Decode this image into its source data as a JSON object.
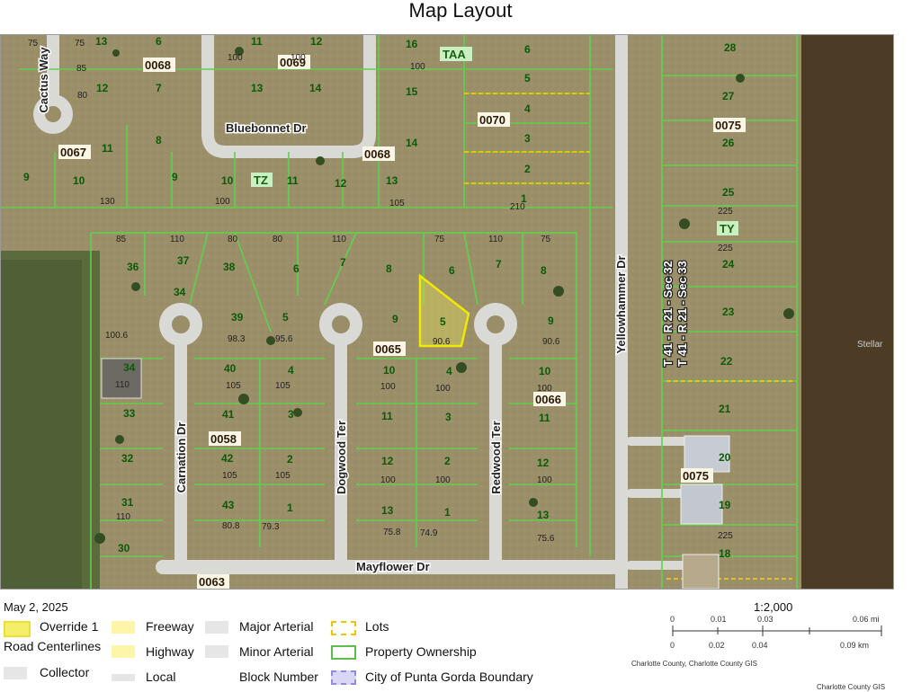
{
  "title": "Map Layout",
  "date": "May 2, 2025",
  "watermark": "Stellar",
  "streets": [
    "Cactus Way",
    "Bluebonnet Dr",
    "Yellowhammer Dr",
    "Carnation Dr",
    "Dogwood Ter",
    "Redwood Ter",
    "Mayflower Dr"
  ],
  "blocks": [
    "0068",
    "0069",
    "0070",
    "0075",
    "0067",
    "0068",
    "0065",
    "0066",
    "0058",
    "0075",
    "0063"
  ],
  "township_labels": [
    "T 41 - R 21 - Sec 32",
    "T 41 - R 21 - Sec 33"
  ],
  "section_codes": [
    "TAA",
    "TZ",
    "TY"
  ],
  "legend": {
    "items": [
      {
        "label": "Override 1",
        "color": "#f4ef6b"
      },
      {
        "label": "Freeway",
        "color": "#fdf6a8"
      },
      {
        "label": "Major Arterial",
        "color": "#e6e6e6"
      },
      {
        "label": "Lots",
        "color": "#f0c400"
      },
      {
        "label": "Road Centerlines",
        "color": ""
      },
      {
        "label": "Highway",
        "color": "#fdf6a8"
      },
      {
        "label": "Minor Arterial",
        "color": "#e6e6e6"
      },
      {
        "label": "Property Ownership",
        "color": "#5cbf4a"
      },
      {
        "label": "Collector",
        "color": "#e6e6e6"
      },
      {
        "label": "Local",
        "color": "#e6e6e6"
      },
      {
        "label": "Block Number",
        "color": ""
      },
      {
        "label": "City of Punta Gorda Boundary",
        "color": "#8e8ee0"
      }
    ]
  },
  "scale": {
    "ratio": "1:2,000",
    "mi_ticks": [
      "0",
      "0.01",
      "0.03",
      "0.06 mi"
    ],
    "km_ticks": [
      "0",
      "0.02",
      "0.04",
      "0.09 km"
    ],
    "credit_left": "Charlotte County, Charlotte County GIS",
    "credit_right": "Charlotte County GIS"
  }
}
